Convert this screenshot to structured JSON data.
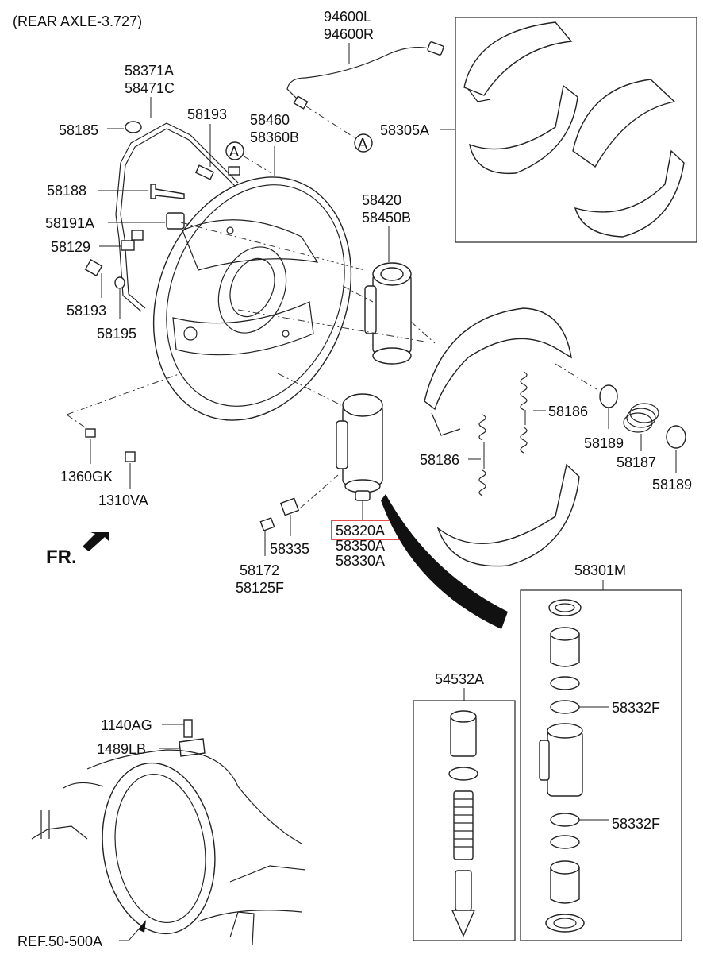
{
  "header": {
    "title": "(REAR AXLE-3.727)"
  },
  "direction": {
    "label": "FR."
  },
  "refs": {
    "circle_a_1": "A",
    "circle_a_2": "A"
  },
  "parts": {
    "p94600": [
      "94600L",
      "94600R"
    ],
    "p58371": [
      "58371A",
      "58471C"
    ],
    "p58185": "58185",
    "p58193_top": "58193",
    "p58460": [
      "58460",
      "58360B"
    ],
    "p58305": "58305A",
    "p58188": "58188",
    "p58191": "58191A",
    "p58129": "58129",
    "p58420": [
      "58420",
      "58450B"
    ],
    "p58193_bot": "58193",
    "p58195": "58195",
    "p58186_right": "58186",
    "p58186_left": "58186",
    "p58189_left": "58189",
    "p58187": "58187",
    "p58189_right": "58189",
    "p1360": "1360GK",
    "p1310": "1310VA",
    "p58335": "58335",
    "p58172": [
      "58172",
      "58125F"
    ],
    "p58320": [
      "58320A",
      "58350A",
      "58330A"
    ],
    "p58301": "58301M",
    "p54532": "54532A",
    "p58332_top": "58332F",
    "p58332_bot": "58332F",
    "p1140": "1140AG",
    "p1489": "1489LB",
    "ref": "REF.50-500A"
  },
  "highlight": {
    "part": "58320A",
    "color": "#e02020"
  }
}
